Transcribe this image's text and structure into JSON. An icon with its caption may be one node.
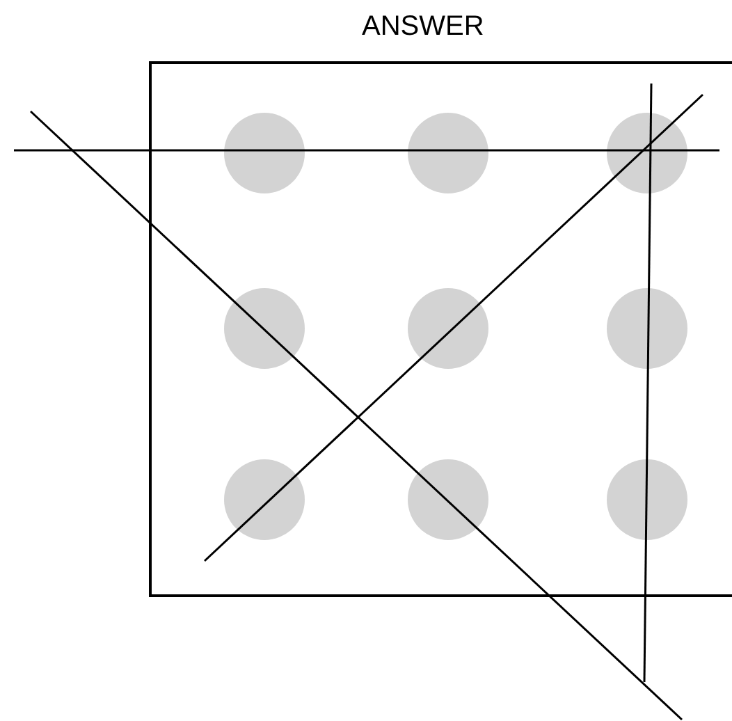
{
  "diagram": {
    "title": "ANSWER",
    "nodes": [
      {
        "text": [],
        "shape": "box"
      },
      {
        "text": [],
        "shape": "circle",
        "in": 0
      },
      {
        "text": [],
        "shape": "circle",
        "in": 0
      },
      {
        "text": [],
        "shape": "circle",
        "in": 0
      },
      {
        "text": [],
        "shape": "circle",
        "in": 0
      },
      {
        "text": [],
        "shape": "circle",
        "in": 0
      },
      {
        "text": [],
        "shape": "circle",
        "in": 0
      },
      {
        "text": [],
        "shape": "circle",
        "in": 0
      },
      {
        "text": [],
        "shape": "circle",
        "in": 0
      },
      {
        "text": [],
        "shape": "circle",
        "in": 0
      }
    ]
  }
}
